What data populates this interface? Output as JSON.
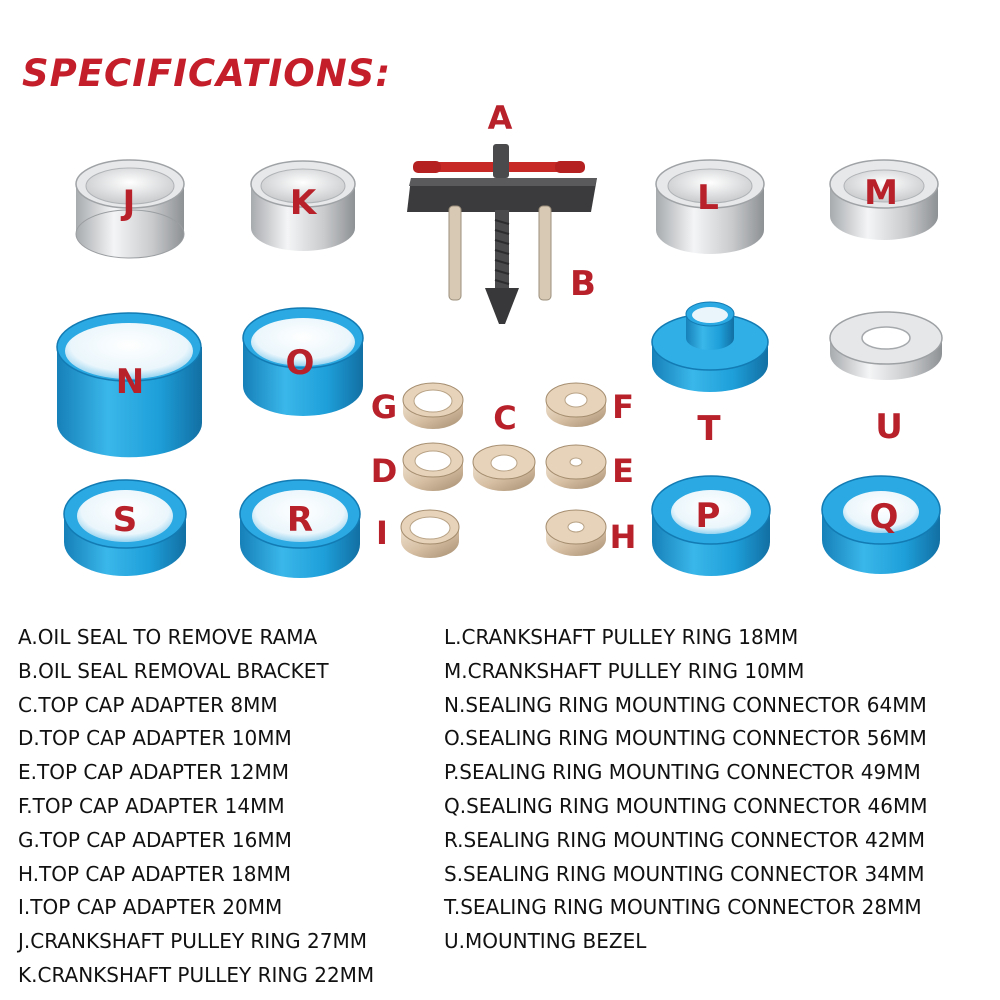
{
  "title": "SPECIFICATIONS:",
  "parts": {
    "A": "A",
    "B": "B",
    "C": "C",
    "D": "D",
    "E": "E",
    "F": "F",
    "G": "G",
    "H": "H",
    "I": "I",
    "J": "J",
    "K": "K",
    "L": "L",
    "M": "M",
    "N": "N",
    "O": "O",
    "P": "P",
    "Q": "Q",
    "R": "R",
    "S": "S",
    "T": "T",
    "U": "U"
  },
  "spec_left": [
    "A.OIL SEAL TO REMOVE RAMA",
    "B.OIL SEAL REMOVAL BRACKET",
    "C.TOP CAP ADAPTER 8MM",
    "D.TOP CAP ADAPTER 10MM",
    "E.TOP CAP ADAPTER 12MM",
    "F.TOP CAP ADAPTER 14MM",
    "G.TOP CAP ADAPTER 16MM",
    "H.TOP CAP ADAPTER 18MM",
    "I.TOP CAP ADAPTER 20MM",
    "J.CRANKSHAFT PULLEY RING 27MM",
    "K.CRANKSHAFT PULLEY RING 22MM"
  ],
  "spec_right": [
    "L.CRANKSHAFT PULLEY RING 18MM",
    "M.CRANKSHAFT PULLEY RING 10MM",
    "N.SEALING RING MOUNTING CONNECTOR 64MM",
    "O.SEALING RING MOUNTING CONNECTOR 56MM",
    "P.SEALING RING MOUNTING CONNECTOR 49MM",
    "Q.SEALING RING MOUNTING CONNECTOR 46MM",
    "R.SEALING RING MOUNTING CONNECTOR 42MM",
    "S.SEALING RING MOUNTING CONNECTOR 34MM",
    "T.SEALING RING MOUNTING CONNECTOR 28MM",
    "U.MOUNTING BEZEL"
  ],
  "colors": {
    "title_red": "#c41e2a",
    "label_red": "#b8202a",
    "silver": "#d9dbdd",
    "blue_anodized": "#1f9fd8",
    "brass": "#d8c2a8",
    "bracket_dark": "#3b3b3d"
  }
}
